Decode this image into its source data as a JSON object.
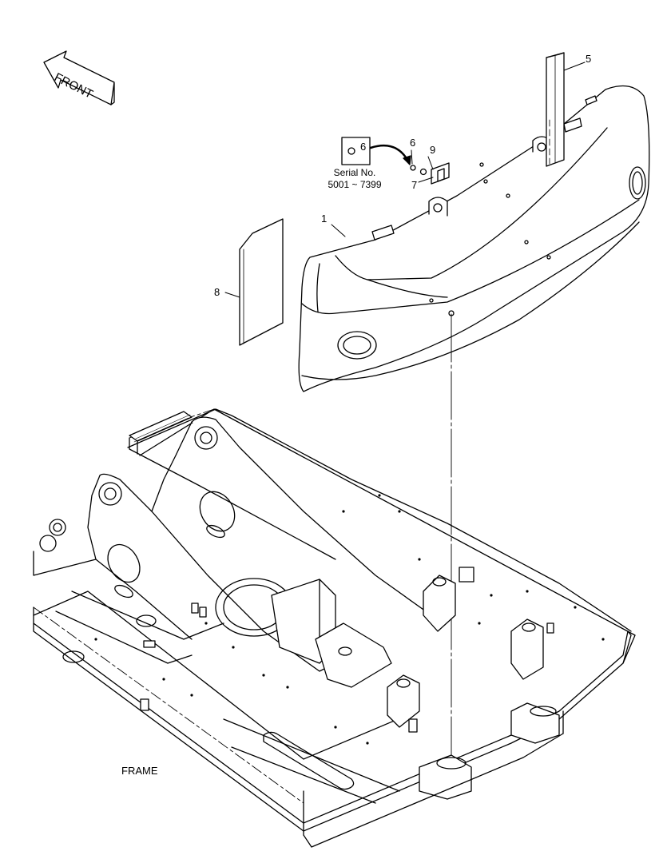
{
  "front_arrow": {
    "text": "FRONT"
  },
  "inset": {
    "callout": "6",
    "serial_label": "Serial No.",
    "serial_range": "5001 ~ 7399"
  },
  "callouts": {
    "c1": "1",
    "c5": "5",
    "c6": "6",
    "c7": "7",
    "c8": "8",
    "c9": "9"
  },
  "frame_label": "FRAME"
}
